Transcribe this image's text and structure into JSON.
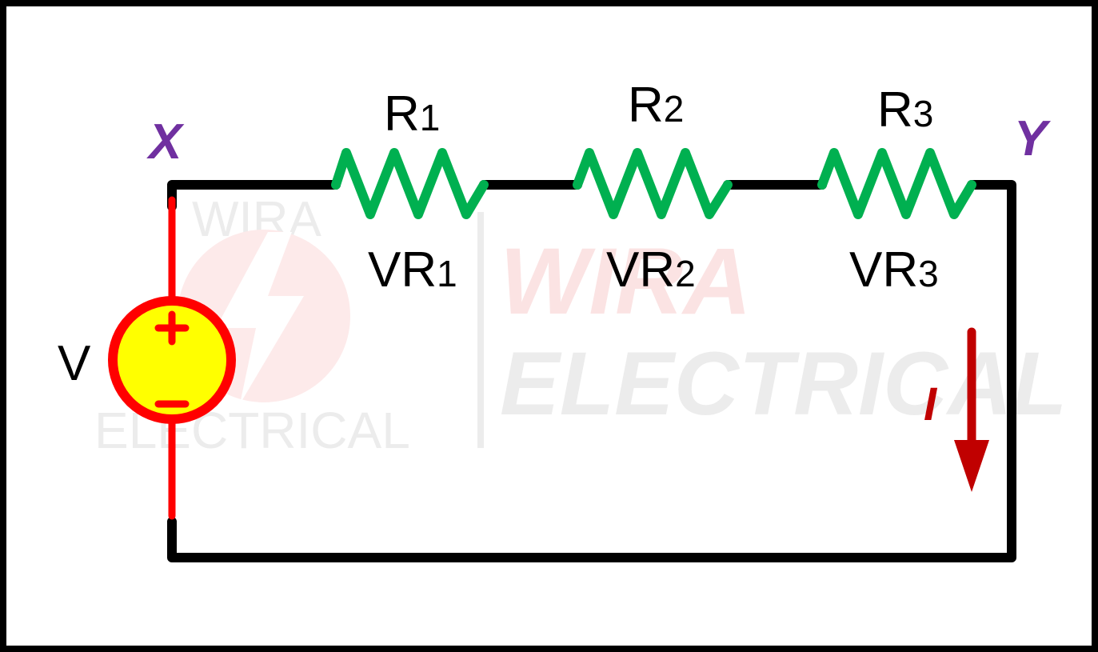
{
  "watermark": {
    "small_top": "WIRA",
    "small_bottom": "ELECTRICAL",
    "big_top": "WIRA",
    "big_bottom": "ELECTRICAL"
  },
  "nodes": {
    "x": "X",
    "y": "Y"
  },
  "source": {
    "label": "V",
    "plus": "+",
    "minus": "−"
  },
  "resistors": [
    {
      "name": "R",
      "sub": "1",
      "drop": "VR",
      "drop_sub": "1"
    },
    {
      "name": "R",
      "sub": "2",
      "drop": "VR",
      "drop_sub": "2"
    },
    {
      "name": "R",
      "sub": "3",
      "drop": "VR",
      "drop_sub": "3"
    }
  ],
  "current": {
    "label": "I"
  },
  "colors": {
    "wire": "#000000",
    "resistor": "#00b050",
    "source_ring": "#ff0000",
    "source_fill": "#ffff00",
    "node_label": "#7030a0",
    "current": "#c00000",
    "watermark_red": "#fbe3e3",
    "watermark_gray": "#ececec"
  }
}
